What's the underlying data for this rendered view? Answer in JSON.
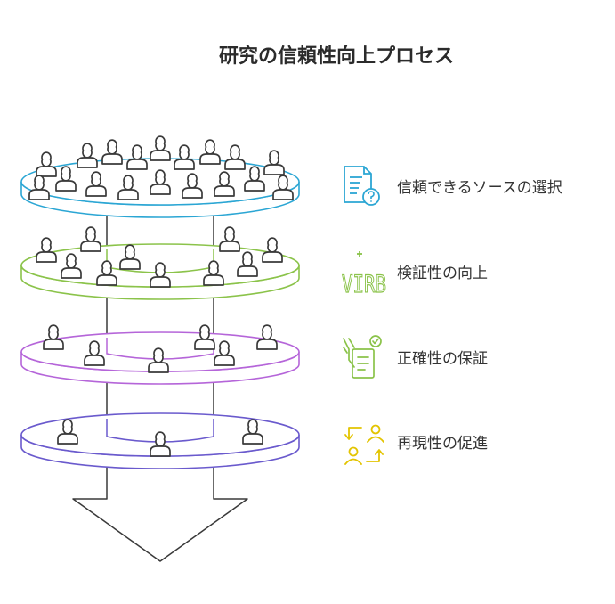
{
  "title": "研究の信頼性向上プロセス",
  "steps": [
    {
      "label": "信頼できるソースの選択",
      "color": "#2ba6d4",
      "icon": "document-question-icon",
      "people": 18
    },
    {
      "label": "検証性の向上",
      "color": "#8bc34a",
      "icon": "virb-letters-icon",
      "people": 10
    },
    {
      "label": "正確性の保証",
      "color": "#b565d9",
      "icon": "checklist-hand-icon",
      "people": 6
    },
    {
      "label": "再現性の促進",
      "color": "#6a5acd",
      "icon": "people-exchange-icon",
      "people": 3
    }
  ],
  "icon_text": {
    "virb": "VIRB"
  },
  "colors": {
    "arrow": "#3a3a3a",
    "icon4": "#e3c400",
    "icon3": "#8bc34a"
  }
}
